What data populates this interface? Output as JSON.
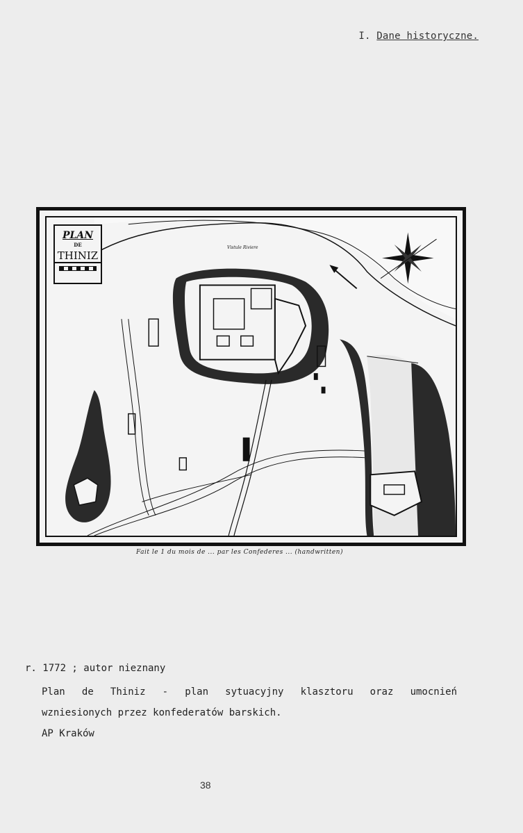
{
  "header": {
    "section_number": "I.",
    "section_title": "Dane historyczne."
  },
  "map": {
    "cartouche": {
      "title": "PLAN",
      "de": "DE",
      "name": "THINIZ"
    },
    "river_label": "Vistule Riviere",
    "signature": "Fait le 1 du mois de ... par les Confederes ... (handwritten)"
  },
  "caption": {
    "line1": "r. 1772 ; autor nieznany",
    "line2_words": [
      "Plan",
      "de",
      "Thiniz",
      "-",
      "plan",
      "sytuacyjny",
      "klasztoru",
      "oraz",
      "umocnień"
    ],
    "line3": "wzniesionych przez konfederatów barskich.",
    "line4": "AP Kraków"
  },
  "page_number": "38"
}
